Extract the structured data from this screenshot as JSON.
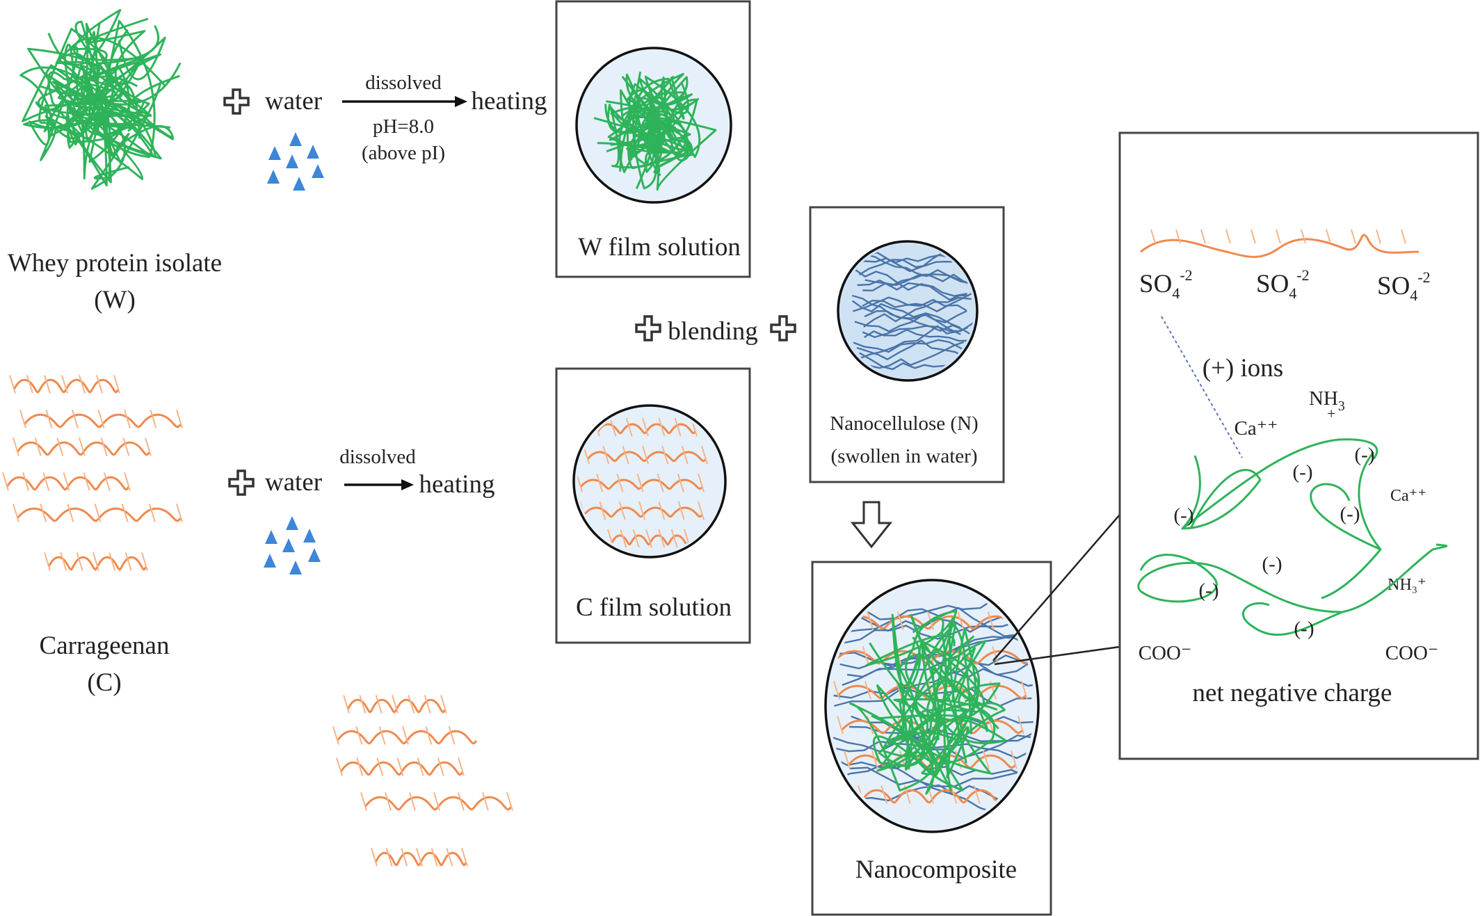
{
  "labels": {
    "whey_title": "Whey protein isolate",
    "whey_abbr": "(W)",
    "carr_title": "Carrageenan",
    "carr_abbr": "(C)",
    "water_1": "water",
    "water_2": "water",
    "dissolved_1": "dissolved",
    "dissolved_2": "dissolved",
    "ph": "pH=8.0",
    "above_pi": "(above pI)",
    "heating_1": "heating",
    "heating_2": "heating",
    "w_film": "W film solution",
    "c_film": "C film solution",
    "blending": "blending",
    "nano_title": "Nanocellulose (N)",
    "nano_sub": "(swollen in water)",
    "nanocomposite": "Nanocomposite",
    "net_charge": "net negative charge"
  },
  "detail": {
    "so4_main": "SO",
    "so4_sub": "4",
    "so4_sup": "-2",
    "pos_ions": "(+) ions",
    "nh3_main": "NH",
    "nh3_sub": "3",
    "nh3_plus": "+",
    "nh3_small": "NH₃⁺",
    "ca": "Ca⁺⁺",
    "neg": "(-)",
    "coo": "COO⁻"
  },
  "colors": {
    "whey": "#2fb35a",
    "carrageenan": "#ee8a4e",
    "nanocellulose": "#4a74a8",
    "water": "#3d86d8",
    "circle_fill": "#e6f0fa"
  }
}
